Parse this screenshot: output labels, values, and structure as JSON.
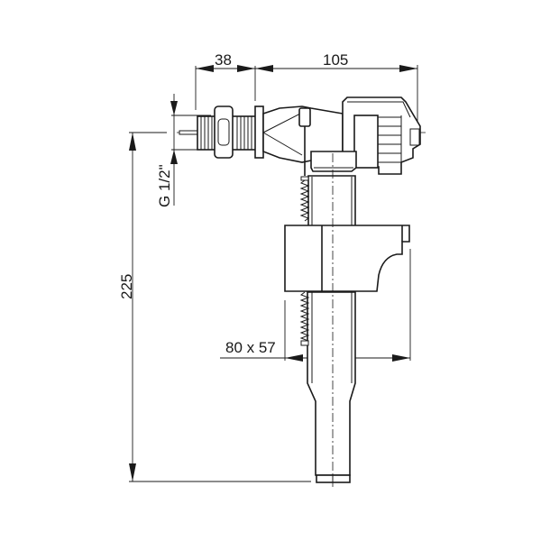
{
  "diagram": {
    "subject": "side-inlet cistern fill valve technical drawing",
    "dimensions": {
      "inlet_length": "38",
      "body_length": "105",
      "thread_size": "G 1/2\"",
      "total_height": "225",
      "float_size": "80 x 57"
    },
    "colors": {
      "line": "#1a1a1a",
      "background": "#ffffff"
    }
  }
}
